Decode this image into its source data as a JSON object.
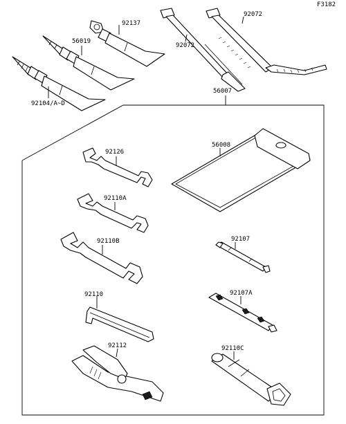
{
  "diagram": {
    "sheet_code": "F3182",
    "parts": [
      {
        "id": "tube-92104",
        "label": "92104/A~D"
      },
      {
        "id": "tube-56019",
        "label": "56019"
      },
      {
        "id": "tube-92137",
        "label": "92137"
      },
      {
        "id": "strap-92072-a",
        "label": "92072"
      },
      {
        "id": "strap-92072-b",
        "label": "92072"
      },
      {
        "id": "tool-kit",
        "label": "56007"
      },
      {
        "id": "tool-bag",
        "label": "56008"
      },
      {
        "id": "wrench-92126",
        "label": "92126"
      },
      {
        "id": "wrench-92110a",
        "label": "92110A"
      },
      {
        "id": "wrench-92110b",
        "label": "92110B"
      },
      {
        "id": "screwdriver-92107",
        "label": "92107"
      },
      {
        "id": "hex-key-92110",
        "label": "92110"
      },
      {
        "id": "screwdriver-92107a",
        "label": "92107A"
      },
      {
        "id": "pliers-92112",
        "label": "92112"
      },
      {
        "id": "box-wrench-92110c",
        "label": "92110C"
      }
    ]
  }
}
